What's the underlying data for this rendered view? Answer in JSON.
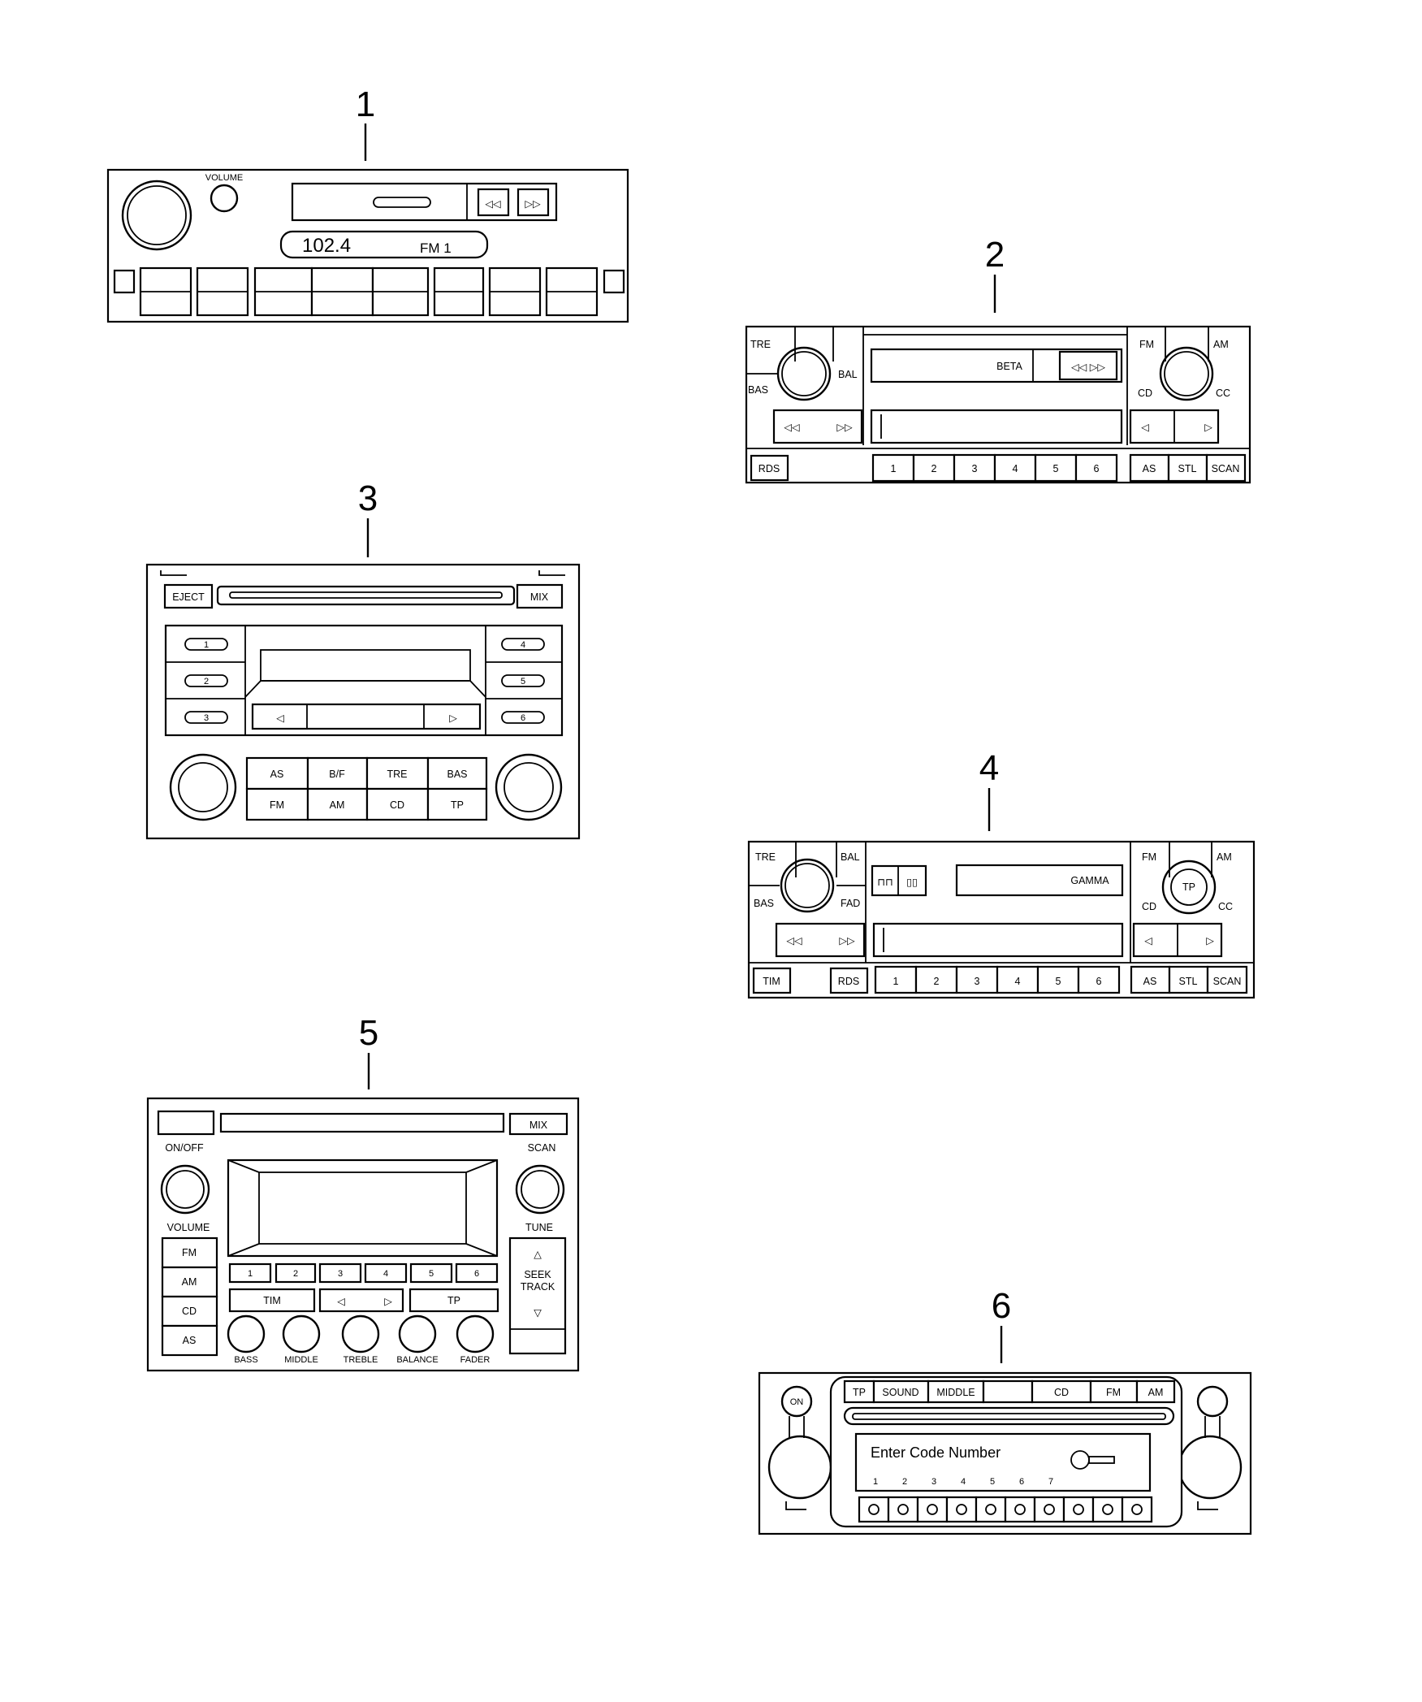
{
  "diagram": {
    "callouts": [
      "1",
      "2",
      "3",
      "4",
      "5",
      "6"
    ],
    "radio1": {
      "volume_label": "VOLUME",
      "frequency": "102.4",
      "band": "FM 1"
    },
    "radio2": {
      "left_knob_labels": [
        "TRE",
        "BAS",
        "BAL"
      ],
      "display_text": "BETA",
      "right_knob_labels": [
        "FM",
        "AM",
        "CD",
        "CC"
      ],
      "left_button": "RDS",
      "presets": [
        "1",
        "2",
        "3",
        "4",
        "5",
        "6"
      ],
      "right_buttons": [
        "AS",
        "STL",
        "SCAN"
      ]
    },
    "radio3": {
      "eject_label": "EJECT",
      "mix_label": "MIX",
      "presets_left": [
        "1",
        "2",
        "3"
      ],
      "presets_right": [
        "4",
        "5",
        "6"
      ],
      "buttons_top": [
        "AS",
        "B/F",
        "TRE",
        "BAS"
      ],
      "buttons_bottom": [
        "FM",
        "AM",
        "CD",
        "TP"
      ]
    },
    "radio4": {
      "left_knob_labels": [
        "TRE",
        "BAL",
        "BAS",
        "FAD"
      ],
      "display_text": "GAMMA",
      "knob_center": "TP",
      "right_knob_labels": [
        "FM",
        "AM",
        "CD",
        "CC"
      ],
      "left_buttons": [
        "TIM",
        "RDS"
      ],
      "presets": [
        "1",
        "2",
        "3",
        "4",
        "5",
        "6"
      ],
      "right_buttons": [
        "AS",
        "STL",
        "SCAN"
      ]
    },
    "radio5": {
      "mix_label": "MIX",
      "onoff_label": "ON/OFF",
      "scan_label": "SCAN",
      "volume_label": "VOLUME",
      "tune_label": "TUNE",
      "band_buttons": [
        "FM",
        "AM",
        "CD",
        "AS"
      ],
      "presets": [
        "1",
        "2",
        "3",
        "4",
        "5",
        "6"
      ],
      "tim_label": "TIM",
      "tp_label": "TP",
      "seek_label": "SEEK",
      "track_label": "TRACK",
      "knob_labels": [
        "BASS",
        "MIDDLE",
        "TREBLE",
        "BALANCE",
        "FADER"
      ]
    },
    "radio6": {
      "on_label": "ON",
      "top_buttons": [
        "TP",
        "SOUND",
        "MIDDLE",
        "",
        "CD",
        "FM",
        "AM"
      ],
      "code_prompt": "Enter Code Number",
      "code_digits": [
        "1",
        "2",
        "3",
        "4",
        "5",
        "6",
        "7"
      ]
    }
  }
}
